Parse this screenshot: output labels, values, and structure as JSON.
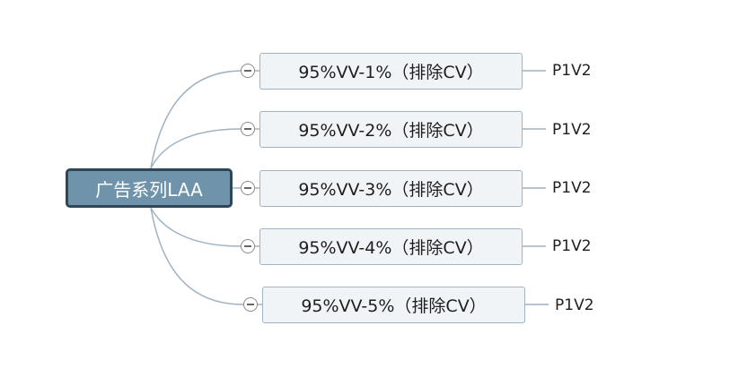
{
  "mindmap": {
    "root": {
      "label": "广告系列LAA"
    },
    "branches": [
      {
        "label": "95%VV-1%（排除CV）",
        "child": "P1V2"
      },
      {
        "label": "95%VV-2%（排除CV）",
        "child": "P1V2"
      },
      {
        "label": "95%VV-3%（排除CV）",
        "child": "P1V2"
      },
      {
        "label": "95%VV-4%（排除CV）",
        "child": "P1V2"
      },
      {
        "label": "95%VV-5%（排除CV）",
        "child": "P1V2"
      }
    ]
  },
  "colors": {
    "root_fill": "#6f93ab",
    "root_border": "#2f4656",
    "branch_fill": "#f0f4f7",
    "branch_border": "#a2b3c2",
    "connector": "#9fb2c2"
  }
}
